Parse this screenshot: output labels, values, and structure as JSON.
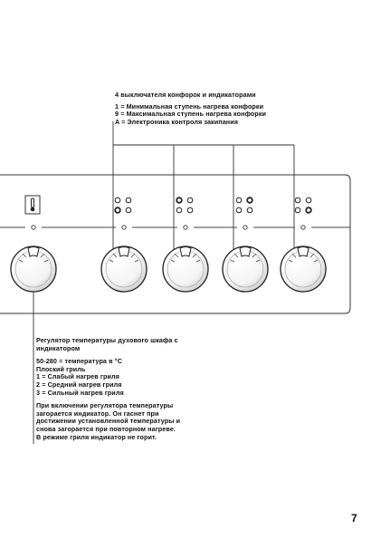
{
  "top_callout": {
    "heading": "4 выключателя конфорок и индикаторами",
    "lines": [
      "1 = Минимальная ступень нагрева конфорки",
      "9 = Максимальная ступень нагрева конфорки",
      "A = Электроника контроля закипания"
    ]
  },
  "bottom_callout": {
    "heading_lines": [
      "Регулятор температуры духового шкафа с",
      "индикатором"
    ],
    "settings_lines": [
      "50-280 = температура в °C",
      "Плоский гриль",
      "1 = Слабый нагрев гриля",
      "2 = Средний нагрев гриля",
      "3 = Сильный нагрев гриля"
    ],
    "note_lines": [
      "При включении регулятора температуры",
      "загорается индикатор. Он гаснет при",
      "достижении установленной температуры и",
      "снова загорается при повторном нагреве.",
      "В режиме гриля индикатор не горит."
    ]
  },
  "page_number": "7"
}
